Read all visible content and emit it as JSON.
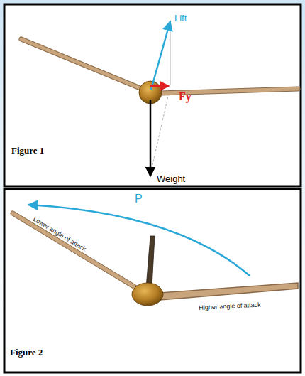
{
  "diagram": {
    "labels": [
      "Lift",
      "Fy",
      "Weight",
      "Figure 1",
      "P",
      "Lower angle of attack",
      "Higher angle of attack",
      "Figure 2"
    ]
  }
}
